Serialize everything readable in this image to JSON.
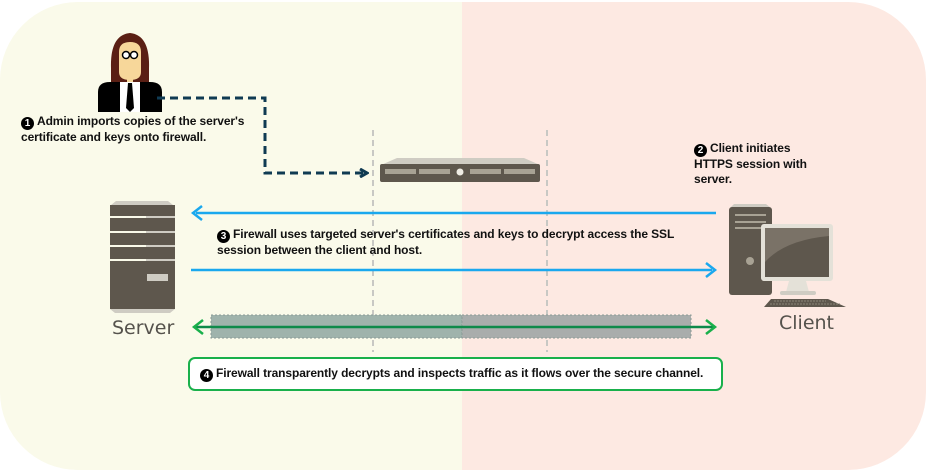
{
  "steps": [
    {
      "number": "1",
      "text_line1": "Admin imports copies of the server's",
      "text_line2": "certificate and keys onto firewall."
    },
    {
      "number": "2",
      "text_line1": "Client initiates",
      "text_line2": "HTTPS session with",
      "text_line3": "server."
    },
    {
      "number": "3",
      "text_line1": "Firewall uses targeted server's certificates and keys to decrypt access the SSL",
      "text_line2": "session between the client and host."
    },
    {
      "number": "4",
      "text": "Firewall transparently decrypts and inspects traffic as it flows over the secure channel."
    }
  ],
  "nodes": {
    "server_label": "Server",
    "client_label": "Client",
    "admin_icon": "admin-person-icon",
    "firewall_icon": "firewall-appliance-icon",
    "server_icon": "server-tower-icon",
    "client_icon": "desktop-computer-icon"
  },
  "colors": {
    "left_zone": "#FAFAEA",
    "right_zone": "#FDE9E2",
    "admin_arrow": "#0f3a52",
    "https_arrow": "#1aa8ee",
    "secure_channel_arrow": "#0e8a4a",
    "step4_border": "#19b04b",
    "device": "#5e574d"
  }
}
